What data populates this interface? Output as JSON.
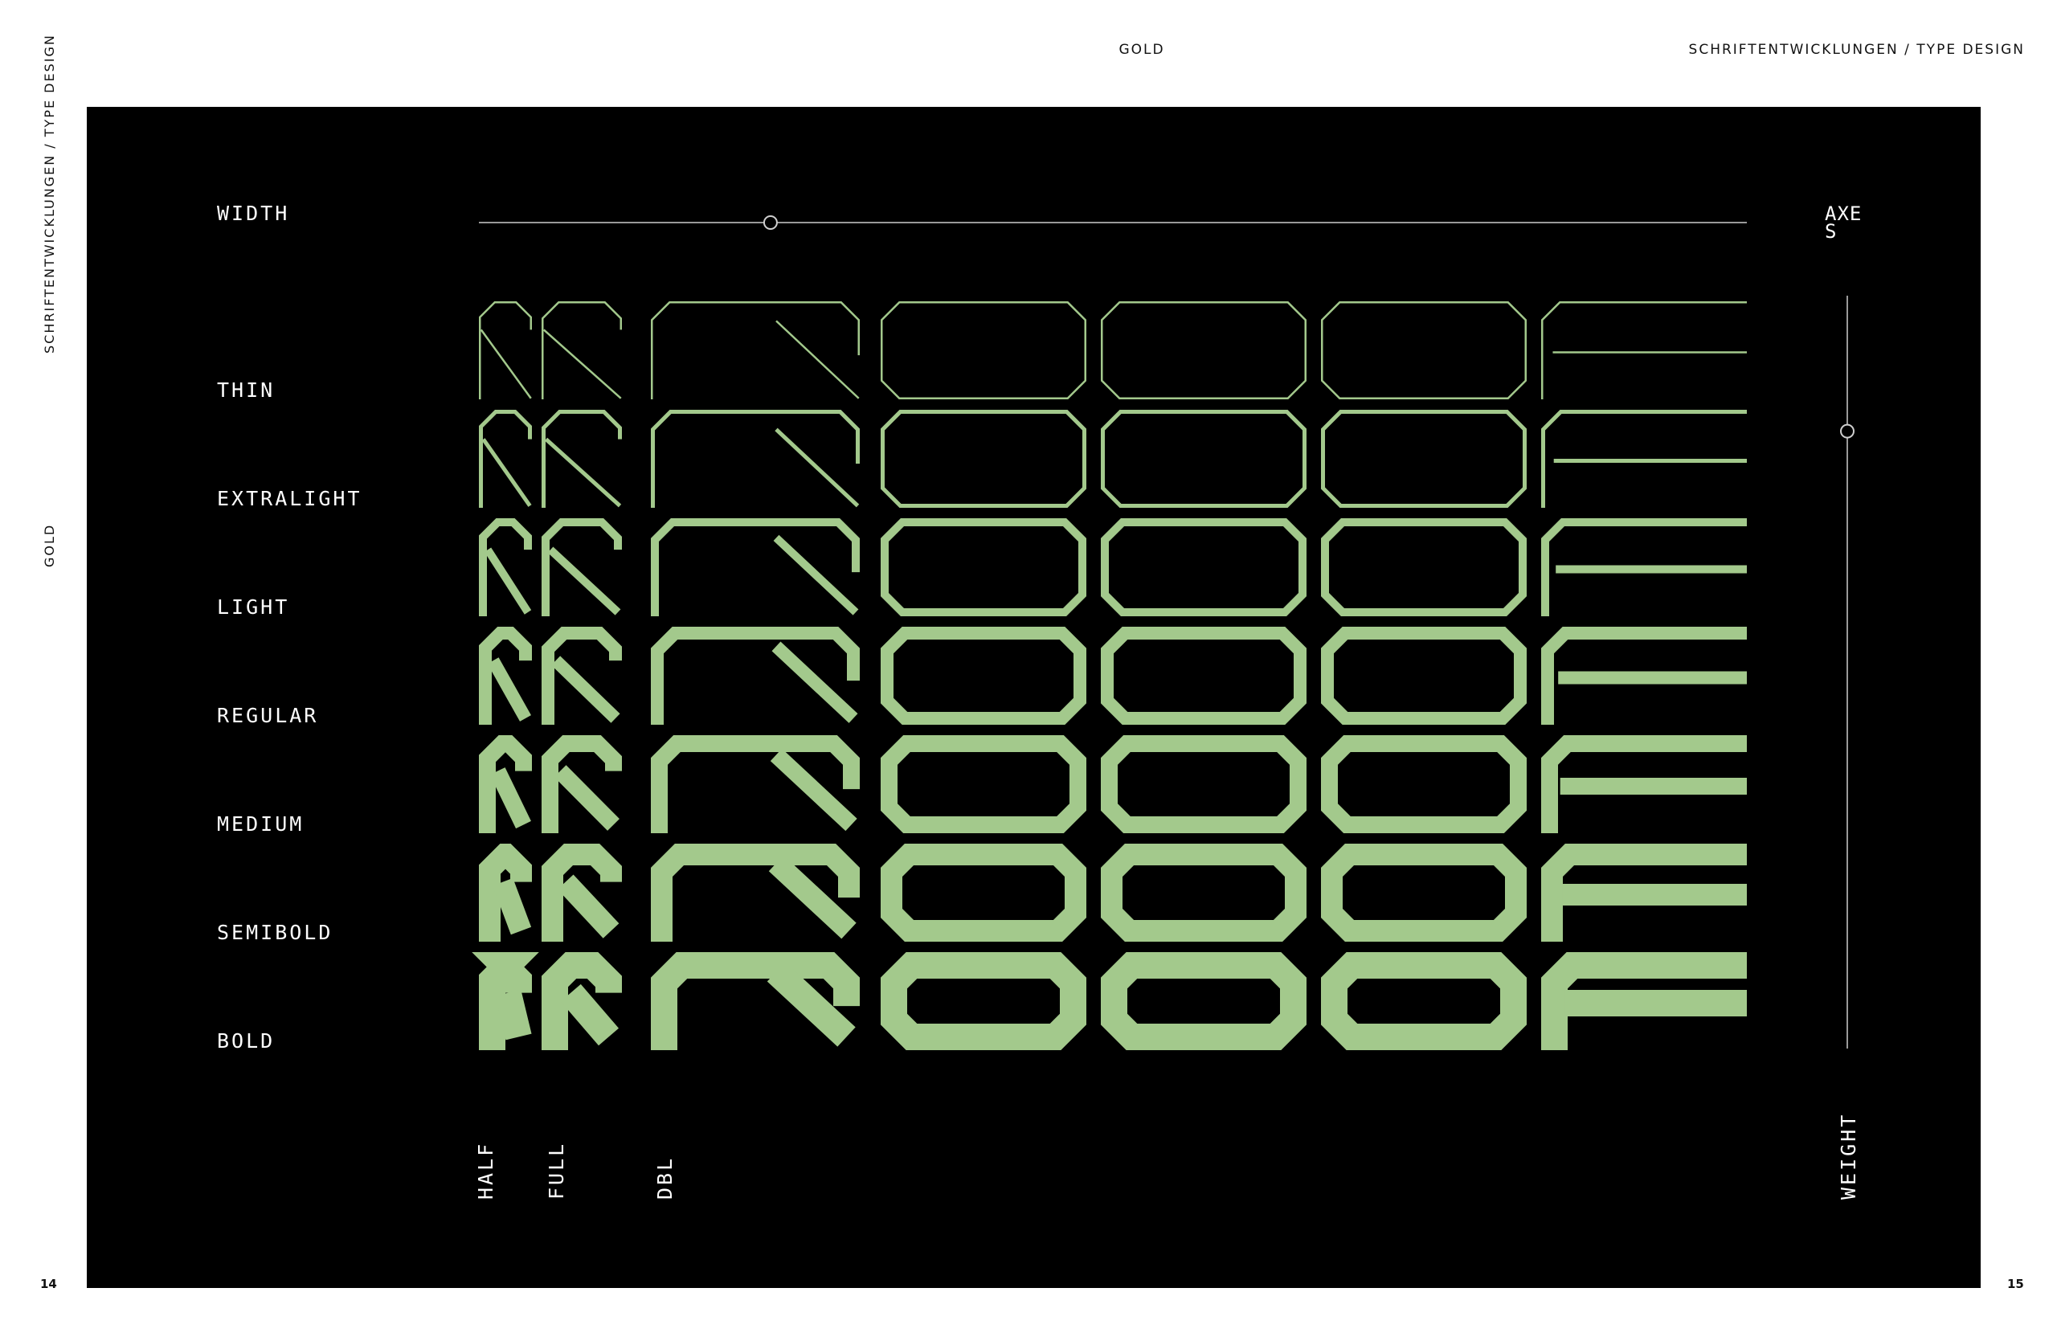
{
  "header": {
    "center": "GOLD",
    "right": "SCHRIFTENTWICKLUNGEN / TYPE DESIGN"
  },
  "sidebar": {
    "section": "SCHRIFTENTWICKLUNGEN / TYPE DESIGN",
    "brand": "GOLD"
  },
  "page_numbers": {
    "left": "14",
    "right": "15"
  },
  "specimen": {
    "width_axis_label": "WIDTH",
    "weight_axis_label": "WEIGHT",
    "axes_label": "AXES",
    "width_slider_value": 0.23,
    "weight_slider_value": 0.18,
    "weights": [
      "THIN",
      "EXTRALIGHT",
      "LIGHT",
      "REGULAR",
      "MEDIUM",
      "SEMIBOLD",
      "BOLD"
    ],
    "width_labels": [
      "HALF",
      "FULL",
      "DBL"
    ],
    "glyph_color": "#a3c98c",
    "ui_line_color": "#9a9a9a",
    "background_color": "#000000"
  }
}
